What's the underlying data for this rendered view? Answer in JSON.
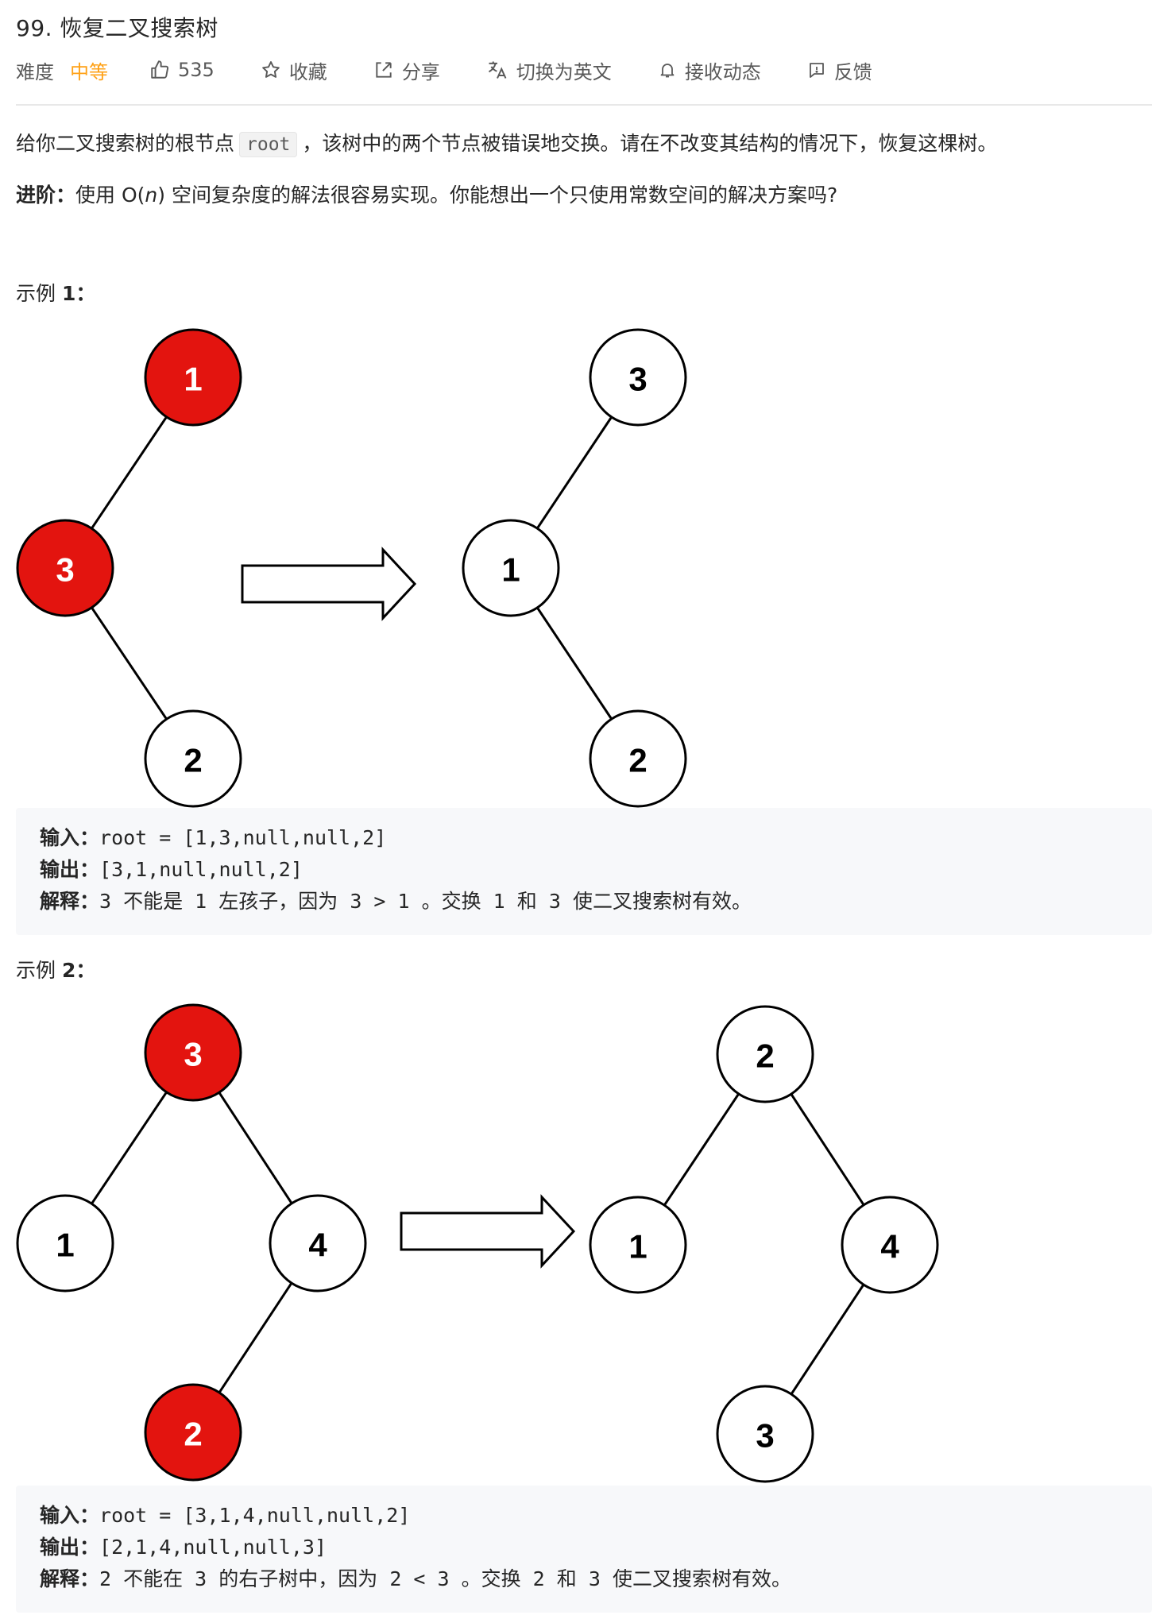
{
  "problem": {
    "title": "99. 恢复二叉搜索树"
  },
  "toolbar": {
    "difficulty_label": "难度",
    "difficulty_value": "中等",
    "likes": "535",
    "favorite": "收藏",
    "share": "分享",
    "switch_lang": "切换为英文",
    "notify": "接收动态",
    "feedback": "反馈",
    "colors": {
      "difficulty": "#ffa116",
      "icon": "#595959"
    }
  },
  "description": {
    "pre": "给你二叉搜索树的根节点",
    "code": "root",
    "post": "，该树中的两个节点被错误地交换。请在不改变其结构的情况下，恢复这棵树。"
  },
  "followup": {
    "label": "进阶：",
    "pre": "使用 O(",
    "var": "n",
    "post": ") 空间复杂度的解法很容易实现。你能想出一个只使用常数空间的解决方案吗?"
  },
  "examples": [
    {
      "title_prefix": "示例 ",
      "title_num": "1：",
      "input_label": "输入：",
      "input": "root = [1,3,null,null,2]",
      "output_label": "输出：",
      "output": "[3,1,null,null,2]",
      "explain_label": "解释：",
      "explain": "3 不能是 1 左孩子，因为 3 > 1 。交换 1 和 3 使二叉搜索树有效。",
      "before_nodes": [
        {
          "value": "1",
          "highlight": true
        },
        {
          "value": "3",
          "highlight": true
        },
        {
          "value": "2",
          "highlight": false
        }
      ],
      "after_nodes": [
        {
          "value": "3",
          "highlight": false
        },
        {
          "value": "1",
          "highlight": false
        },
        {
          "value": "2",
          "highlight": false
        }
      ]
    },
    {
      "title_prefix": "示例 ",
      "title_num": "2：",
      "input_label": "输入：",
      "input": "root = [3,1,4,null,null,2]",
      "output_label": "输出：",
      "output": "[2,1,4,null,null,3]",
      "explain_label": "解释：",
      "explain": "2 不能在 3 的右子树中，因为 2 < 3 。交换 2 和 3 使二叉搜索树有效。",
      "before_nodes": [
        {
          "value": "3",
          "highlight": true
        },
        {
          "value": "1",
          "highlight": false
        },
        {
          "value": "4",
          "highlight": false
        },
        {
          "value": "2",
          "highlight": true
        }
      ],
      "after_nodes": [
        {
          "value": "2",
          "highlight": false
        },
        {
          "value": "1",
          "highlight": false
        },
        {
          "value": "4",
          "highlight": false
        },
        {
          "value": "3",
          "highlight": false
        }
      ]
    }
  ],
  "colors": {
    "highlight": "#e3140f",
    "normal": "#ffffff",
    "io_bg": "#f7f8fa"
  }
}
